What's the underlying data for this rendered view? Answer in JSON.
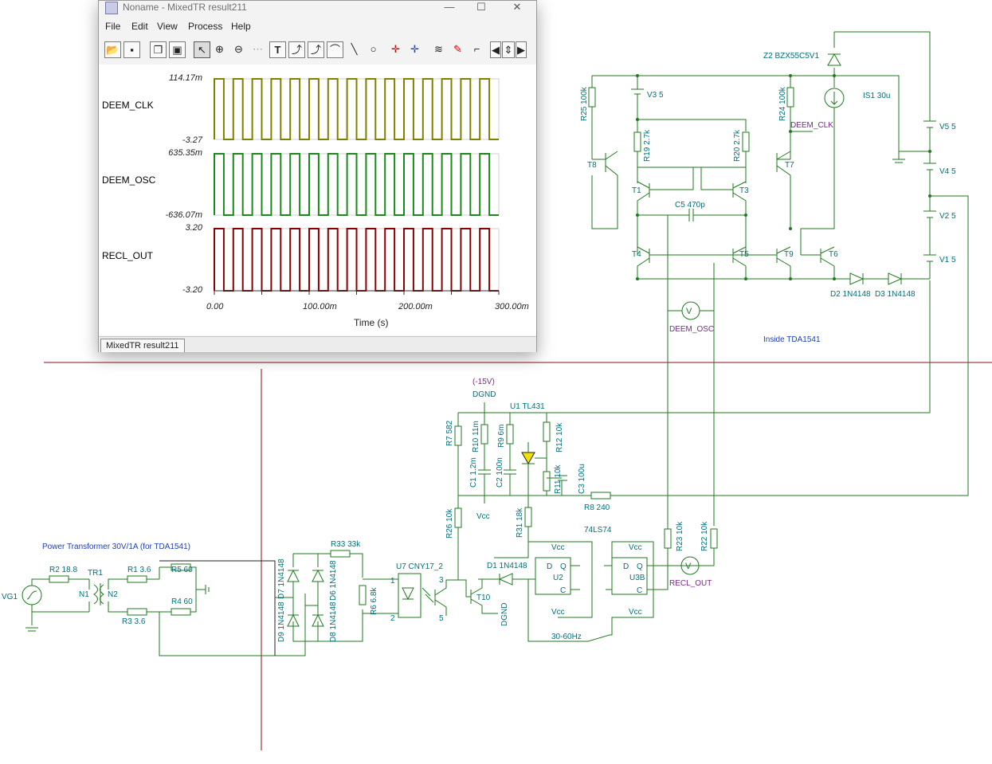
{
  "window": {
    "title": "Noname - MixedTR result211",
    "min_icon": "—",
    "max_icon": "☐",
    "close_icon": "✕"
  },
  "menu": [
    "File",
    "Edit",
    "View",
    "Process",
    "Help"
  ],
  "toolbar": {
    "icons": [
      "open-folder-icon",
      "save-icon",
      "copy-icon",
      "paste-icon",
      "arrow-select-icon",
      "zoom-in-icon",
      "zoom-out-icon",
      "grid-icon",
      "text-tool-icon",
      "cursor-a-icon",
      "cursor-b-icon",
      "curve-icon",
      "line-icon",
      "circle-icon",
      "cross-a-icon",
      "cross-b-icon",
      "wave-icon",
      "probe-icon",
      "signal-icon",
      "arrow-left-icon",
      "arrow-updown-icon",
      "arrow-right-icon"
    ],
    "text_tool": "T"
  },
  "plot": {
    "traces": [
      {
        "name": "DEEM_CLK",
        "color": "#808000",
        "ymax": "114.17m",
        "ymin": "-3.27"
      },
      {
        "name": "DEEM_OSC",
        "color": "#1a8a1a",
        "ymax": "635.35m",
        "ymin": "-636.07m"
      },
      {
        "name": "RECL_OUT",
        "color": "#8b0000",
        "ymax": "3.20",
        "ymin": "-3.20"
      }
    ],
    "x_ticks": [
      "0.00",
      "100.00m",
      "200.00m",
      "300.00m"
    ],
    "x_title": "Time (s)"
  },
  "chart_data": {
    "type": "line",
    "x_range": [
      0,
      0.3
    ],
    "xlabel": "Time (s)",
    "series": [
      {
        "name": "DEEM_CLK",
        "waveform": "square",
        "high": 0.11417,
        "low": -3.27,
        "period": 0.02,
        "x_start_rise": 0.0,
        "duty": 0.5
      },
      {
        "name": "DEEM_OSC",
        "waveform": "square",
        "high": 0.63535,
        "low": -0.63607,
        "period": 0.02,
        "duty": 0.5
      },
      {
        "name": "RECL_OUT",
        "waveform": "square",
        "high": 3.2,
        "low": -3.2,
        "period": 0.02,
        "duty": 0.5
      }
    ]
  },
  "tab": {
    "label": "MixedTR result211"
  },
  "schematic": {
    "labels": {
      "z2": "Z2 BZX55C5V1",
      "v3": "V3 5",
      "r25": "R25 100k",
      "r24": "R24 100k",
      "is1": "IS1 30u",
      "deem_clk": "DEEM_CLK",
      "r19": "R19 2.7k",
      "r20": "R20 2.7k",
      "v5": "V5 5",
      "v4": "V4 5",
      "v2": "V2 5",
      "v1": "V1 5",
      "t8": "T8",
      "t7": "T7",
      "t1": "T1",
      "t3": "T3",
      "t4": "T4",
      "t5": "T5",
      "t9": "T9",
      "t6": "T6",
      "c5": "C5 470p",
      "d2": "D2 1N4148",
      "d3": "D3 1N4148",
      "deem_osc": "DEEM_OSC",
      "inside": "Inside TDA1541",
      "neg15": "(-15V)",
      "dgnd": "DGND",
      "u1": "U1 TL431",
      "r7": "R7 582",
      "r10": "R10 11m",
      "r9": "R9 6m",
      "r12": "R12 10k",
      "c1": "C1 1.2m",
      "c2": "C2 100n",
      "r11": "R11 10k",
      "c3": "C3 100u",
      "vcc": "Vcc",
      "r8": "R8 240",
      "r26": "R26 10k",
      "r31": "R31 18k",
      "ls74": "74LS74",
      "r23": "R23 10k",
      "r22": "R22 10k",
      "power": "Power Transformer 30V/1A (for TDA1541)",
      "r2": "R2 18.8",
      "tr1": "TR1",
      "r1": "R1 3.6",
      "r5": "R5 60",
      "vg1": "VG1",
      "n1": "N1",
      "n2": "N2",
      "r4": "R4 60",
      "r3": "R3 3.6",
      "r33": "R33 33k",
      "d7": "D7 1N4148",
      "d6": "D6 1N4148",
      "d9": "D9 1N4148",
      "d8": "D8 1N4148",
      "r6": "R6 6.8k",
      "u7": "U7 CNY17_2",
      "d1": "D1 1N4148",
      "t10": "T10",
      "u2": "U2",
      "u3b": "U3B",
      "recl_out": "RECL_OUT",
      "hz": "30-60Hz",
      "pin1": "1",
      "pin2": "2",
      "pin3": "3",
      "pin5": "5",
      "pinD": "D",
      "pinQ": "Q",
      "pinC": "C"
    }
  }
}
